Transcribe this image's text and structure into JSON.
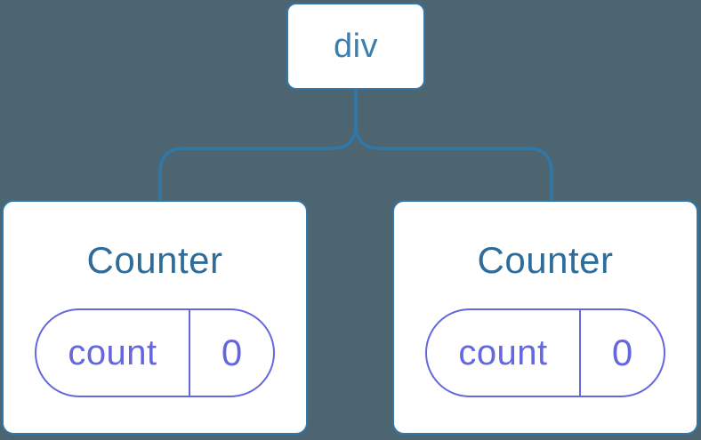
{
  "colors": {
    "background": "#4d6570",
    "line": "#3178a8",
    "node_border": "#3178a8",
    "node_fill": "#ffffff",
    "root_label": "#3a7fae",
    "component_title": "#2e6c99",
    "state": "#6467dd"
  },
  "tree": {
    "root": {
      "label": "div"
    },
    "children": [
      {
        "title": "Counter",
        "state": {
          "key": "count",
          "value": "0"
        }
      },
      {
        "title": "Counter",
        "state": {
          "key": "count",
          "value": "0"
        }
      }
    ]
  }
}
